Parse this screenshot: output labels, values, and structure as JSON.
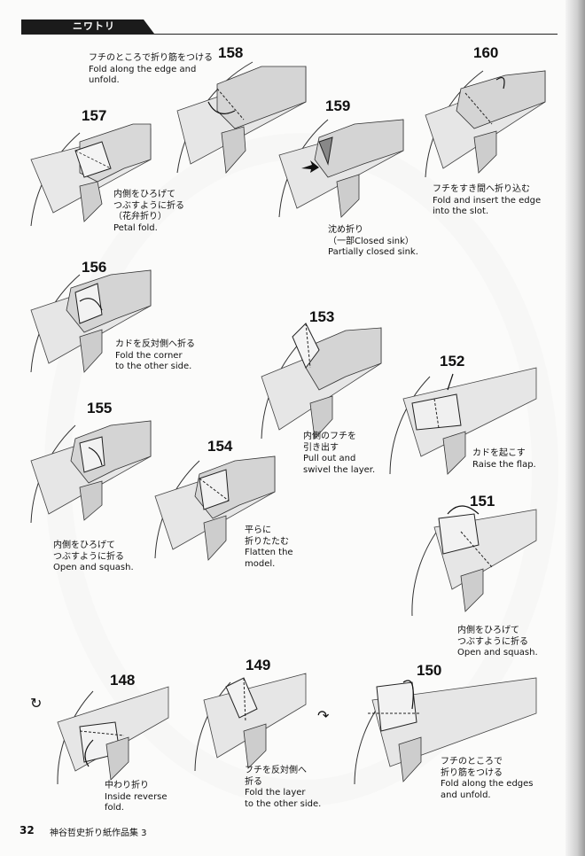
{
  "header": {
    "title": "ニワトリ"
  },
  "steps": [
    {
      "num": "157",
      "lines": [
        "内側をひろげて",
        "つぶすように折る",
        "（花弁折り）",
        "Petal fold."
      ]
    },
    {
      "num": "158",
      "lines": [
        "フチのところで折り筋をつける",
        "Fold along the edge and",
        "unfold."
      ]
    },
    {
      "num": "159",
      "lines": [
        "沈め折り",
        "（一部Closed sink）",
        "Partially closed sink."
      ]
    },
    {
      "num": "160",
      "lines": [
        "フチをすき間へ折り込む",
        "Fold and insert the edge",
        "into the slot."
      ]
    },
    {
      "num": "156",
      "lines": [
        "カドを反対側へ折る",
        "Fold the corner",
        "to the other side."
      ]
    },
    {
      "num": "153",
      "lines": [
        "内側のフチを",
        "引き出す",
        "Pull out and",
        "swivel the layer."
      ]
    },
    {
      "num": "152",
      "lines": [
        "カドを起こす",
        "Raise the flap."
      ]
    },
    {
      "num": "155",
      "lines": [
        "内側をひろげて",
        "つぶすように折る",
        "Open and squash."
      ]
    },
    {
      "num": "154",
      "lines": [
        "平らに",
        "折りたたむ",
        "Flatten the",
        "model."
      ]
    },
    {
      "num": "151",
      "lines": [
        "内側をひろげて",
        "つぶすように折る",
        "Open and squash."
      ]
    },
    {
      "num": "148",
      "lines": [
        "中わり折り",
        "Inside reverse",
        "fold."
      ]
    },
    {
      "num": "149",
      "lines": [
        "フチを反対側へ",
        "折る",
        "Fold the layer",
        "to the other side."
      ]
    },
    {
      "num": "150",
      "lines": [
        "フチのところで",
        "折り筋をつける",
        "Fold along the edges",
        "and unfold."
      ]
    }
  ],
  "footer": {
    "page_number": "32",
    "book_title": "神谷哲史折り紙作品集 3"
  }
}
